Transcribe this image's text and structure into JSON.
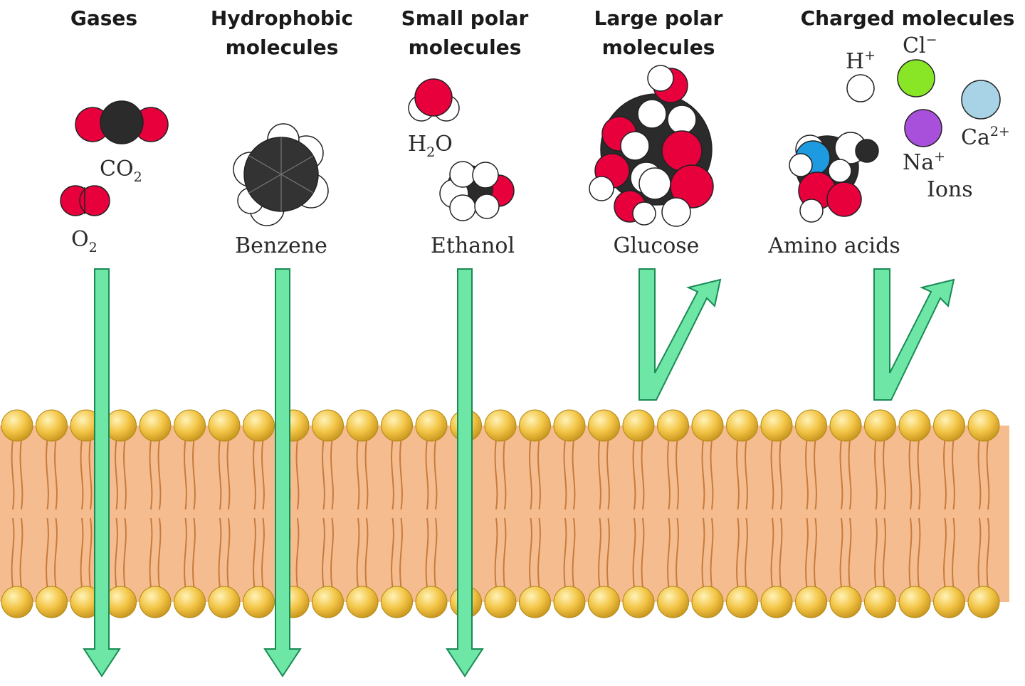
{
  "headings": {
    "gases": "Gases",
    "hydrophobic_1": "Hydrophobic",
    "hydrophobic_2": "molecules",
    "small_polar_1": "Small polar",
    "small_polar_2": "molecules",
    "large_polar_1": "Large polar",
    "large_polar_2": "molecules",
    "charged": "Charged molecules"
  },
  "molecules": {
    "co2": {
      "main": "CO",
      "sub": "2"
    },
    "o2": {
      "main": "O",
      "sub": "2"
    },
    "benzene": "Benzene",
    "h2o": {
      "pre": "H",
      "sub": "2",
      "post": "O"
    },
    "ethanol": "Ethanol",
    "glucose": "Glucose",
    "amino_acids": "Amino acids"
  },
  "ions": {
    "h": {
      "main": "H",
      "sup": "+"
    },
    "cl": {
      "main": "Cl",
      "sup": "−"
    },
    "na": {
      "main": "Na",
      "sup": "+"
    },
    "ca": {
      "main": "Ca",
      "sup": "2+"
    },
    "label": "Ions"
  },
  "colors": {
    "oxygen": "#e8003d",
    "carbon": "#2b2b2b",
    "hydrogen": "#ffffff",
    "nitrogen": "#1e9be0",
    "chloride": "#88e627",
    "sodium": "#a84fdb",
    "calcium": "#a8d3e6",
    "arrow_fill": "#6de6a6",
    "arrow_stroke": "#1a8a55",
    "membrane_core": "#f5bd8f",
    "lipid_head": "#f3c546",
    "lipid_tail": "#c97a3a"
  }
}
